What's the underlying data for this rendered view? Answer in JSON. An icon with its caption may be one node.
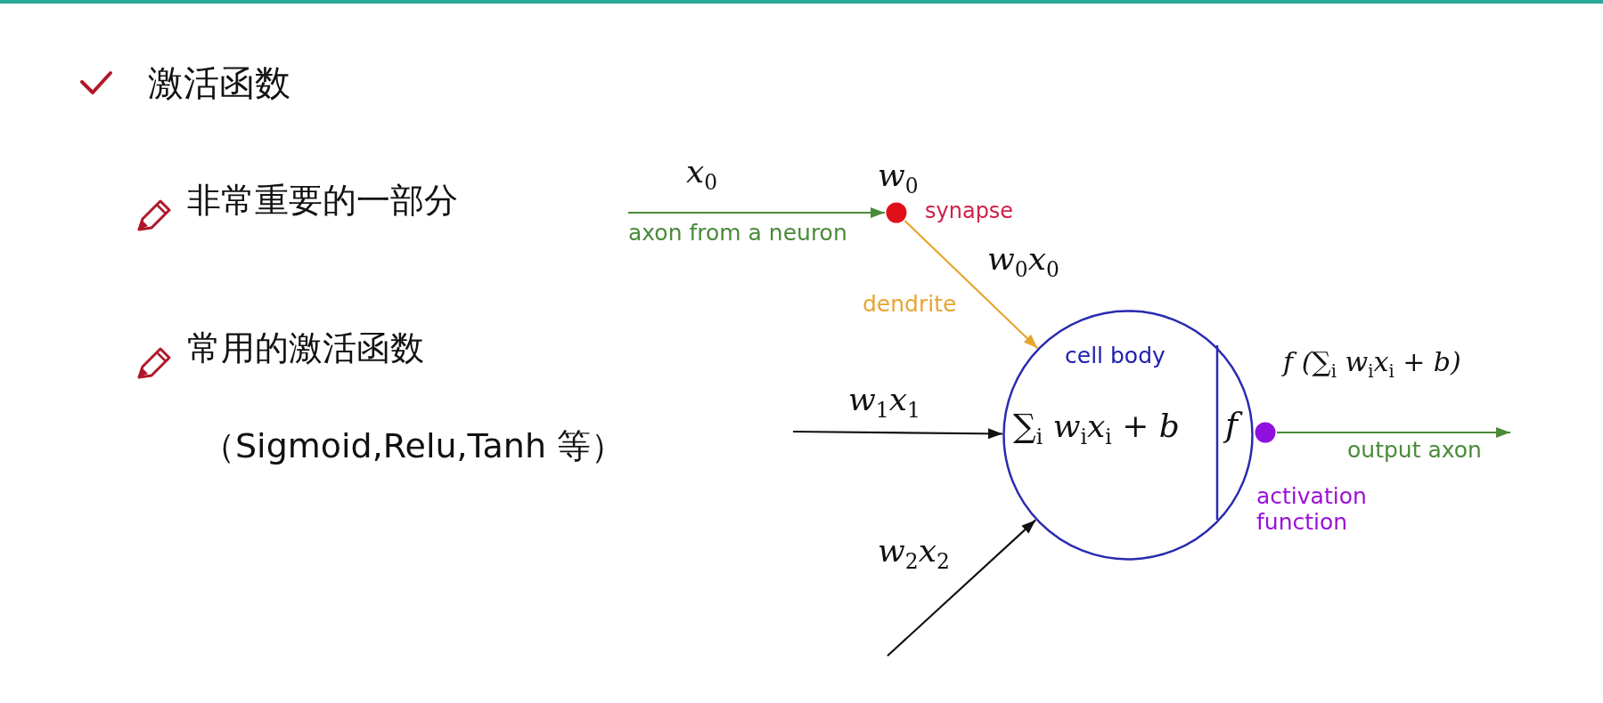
{
  "diagram": {
    "title": "激活函数",
    "nodes": [
      {
        "text": [],
        "shape": "circle",
        "beside": [
          "w$_{0}$",
          "synapse"
        ]
      },
      {
        "text": [
          "cell body",
          "∑$_{i}$ w$_{i}$x$_{i}$ + b",
          "f"
        ]
      },
      {
        "text": [],
        "shape": "circle"
      }
    ],
    "edges": [
      {
        "from": null,
        "to": 0,
        "arrow": "to",
        "label": "axon from a neuron",
        "color": "#4a8a3a"
      },
      {
        "from": 0,
        "to": 1,
        "arrow": "to",
        "label": "dendrite",
        "color": "#e6a531"
      },
      {
        "from": null,
        "to": 1,
        "arrow": "to",
        "label": "w$_{1}$x$_{1}$",
        "color": "#111111"
      },
      {
        "from": null,
        "to": 1,
        "arrow": "to",
        "label": "w$_{2}$x$_{2}$",
        "color": "#111111"
      },
      {
        "from": 2,
        "to": null,
        "arrow": "to",
        "label": "output axon",
        "color": "#4a8a3a"
      }
    ],
    "labels": [
      "非常重要的一部分",
      "常用的激活函数",
      "（Sigmoid,Relu,Tanh 等）",
      "x$_{0}$",
      "w$_{0}$x$_{0}$",
      "f (∑$_{i}$ w$_{i}$x$_{i}$ + b)",
      "activation function"
    ]
  }
}
